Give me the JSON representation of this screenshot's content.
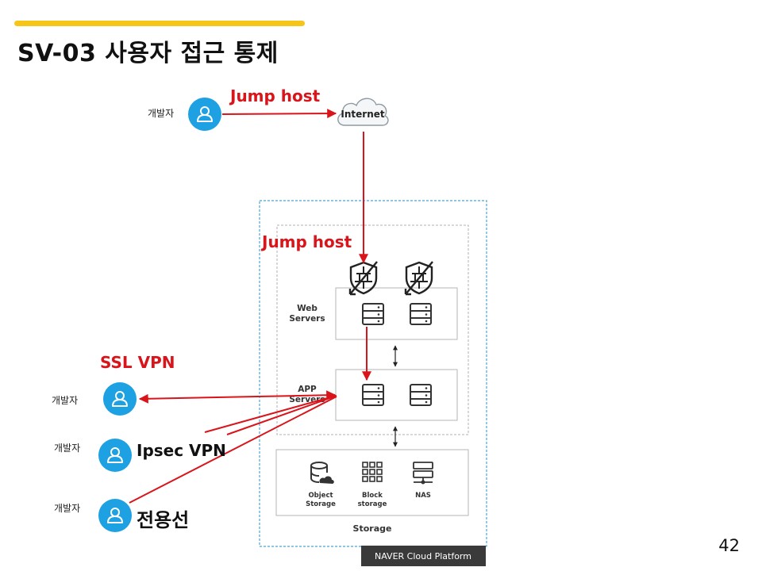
{
  "slide": {
    "title": "SV-03 사용자 접근 통제",
    "page_number": "42"
  },
  "diagram": {
    "developer_label": "개발자",
    "internet_label": "Internet",
    "access_methods": {
      "jump_host_top": "Jump host",
      "jump_host_mid": "Jump host",
      "ssl_vpn": "SSL VPN",
      "ipsec_vpn": "Ipsec VPN",
      "dedicated_line": "전용선"
    },
    "tiers": {
      "web_line1": "Web",
      "web_line2": "Servers",
      "app_line1": "APP",
      "app_line2": "Servers"
    },
    "storage": {
      "object_line1": "Object",
      "object_line2": "Storage",
      "block_line1": "Block",
      "block_line2": "storage",
      "nas": "NAS",
      "title": "Storage"
    },
    "platform_badge": "NAVER Cloud Platform",
    "colors": {
      "access_arrow": "#d9141a",
      "user_icon": "#1ea1e2",
      "cloud_border": "#4aa3d8",
      "accent": "#f5c518"
    }
  }
}
